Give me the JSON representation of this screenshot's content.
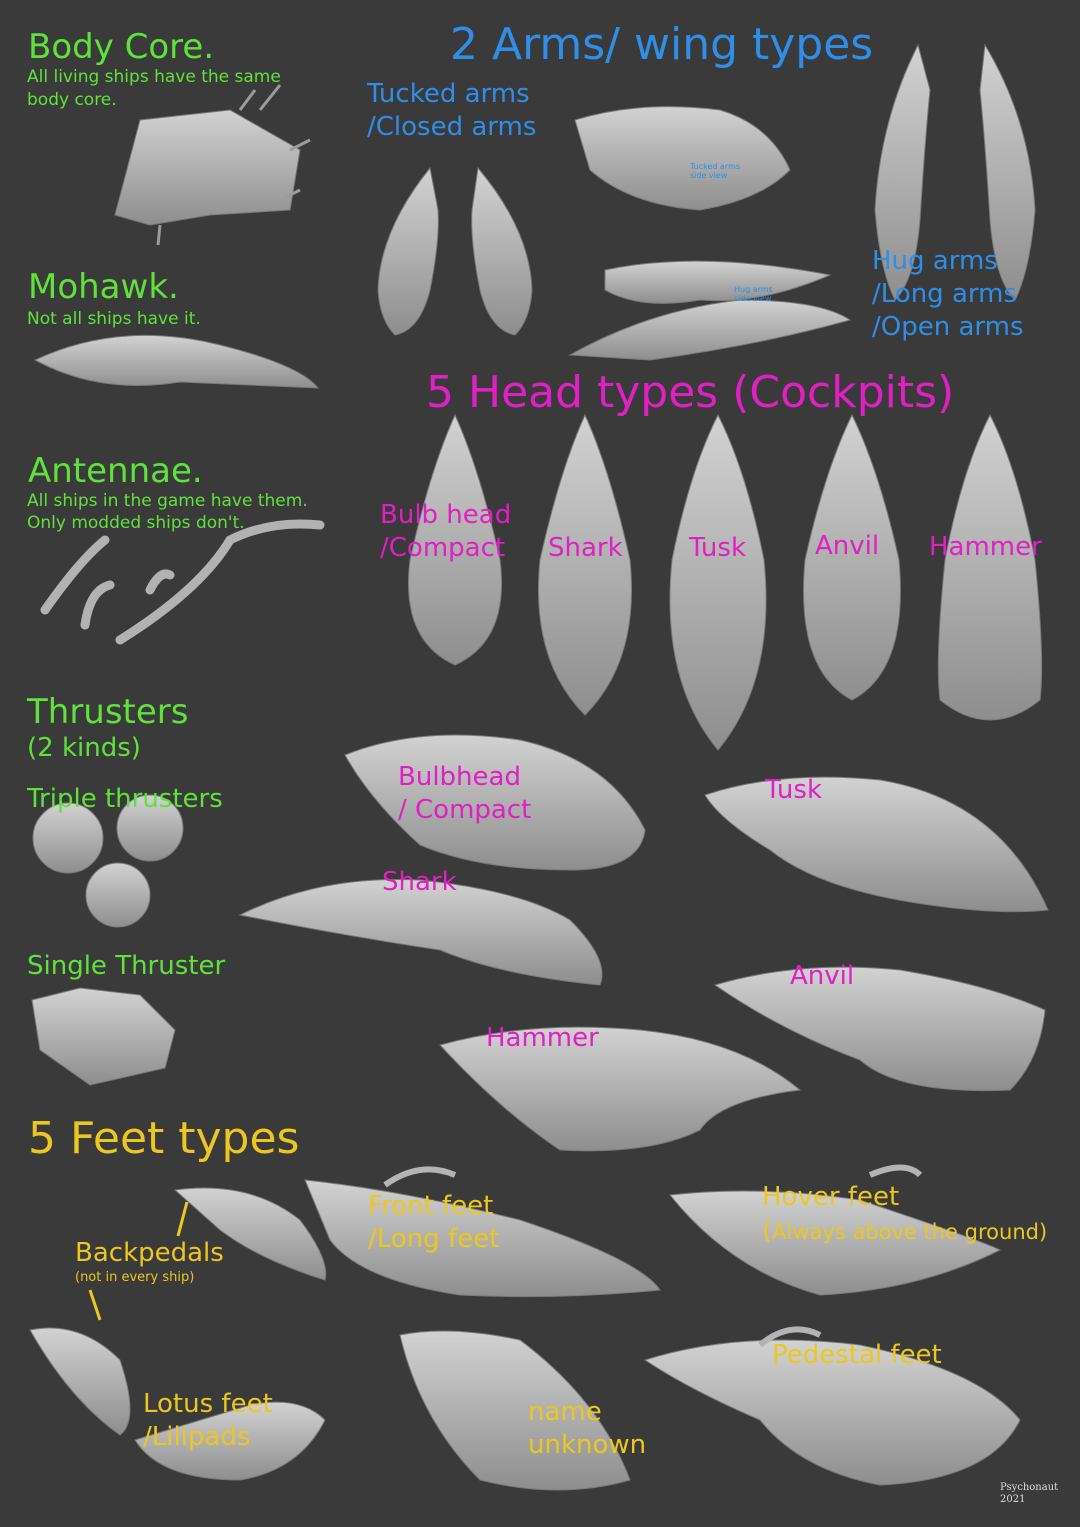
{
  "body_core": {
    "title": "Body Core.",
    "desc1": "All living ships have the same",
    "desc2": "body core."
  },
  "mohawk": {
    "title": "Mohawk.",
    "desc": "Not all ships have it."
  },
  "antennae": {
    "title": "Antennae.",
    "desc1": "All ships in the game have them.",
    "desc2": "Only modded ships don't."
  },
  "thrusters": {
    "title": "Thrusters",
    "subtitle": "(2 kinds)",
    "triple": "Triple thrusters",
    "single": "Single Thruster"
  },
  "arms": {
    "title": "2 Arms/ wing types",
    "tucked1": "Tucked arms",
    "tucked2": "/Closed arms",
    "tucked_side1": "Tucked arms",
    "tucked_side2": "side view",
    "hug_side1": "Hug arms",
    "hug_side2": "side view",
    "hug1": "Hug arms",
    "hug2": "/Long arms",
    "hug3": "/Open arms"
  },
  "heads": {
    "title": "5 Head types (Cockpits)",
    "top": {
      "bulb1": "Bulb head",
      "bulb2": "/Compact",
      "shark": "Shark",
      "tusk": "Tusk",
      "anvil": "Anvil",
      "hammer": "Hammer"
    },
    "side": {
      "bulb1": "Bulbhead",
      "bulb2": "/ Compact",
      "tusk": "Tusk",
      "shark": "Shark",
      "anvil": "Anvil",
      "hammer": "Hammer"
    }
  },
  "feet": {
    "title": "5 Feet types",
    "backpedals": "Backpedals",
    "backpedals_note": "(not in every ship)",
    "front1": "Front feet",
    "front2": "/Long feet",
    "hover1": "Hover feet",
    "hover2a": "(",
    "hover2b": "Always above the ground)",
    "lotus1": "Lotus feet",
    "lotus2": "/Lilipads",
    "unknown1": "name",
    "unknown2": "unknown",
    "pedestal": "Pedestal feet"
  },
  "credit": {
    "name": "Psychonaut",
    "year": "2021"
  },
  "colors": {
    "background": "#3a3a3a",
    "green": "#5fe23a",
    "blue": "#2f8ee8",
    "magenta": "#e01fc4",
    "yellow": "#ecc71f",
    "model_gray": "#b4b4b4"
  }
}
